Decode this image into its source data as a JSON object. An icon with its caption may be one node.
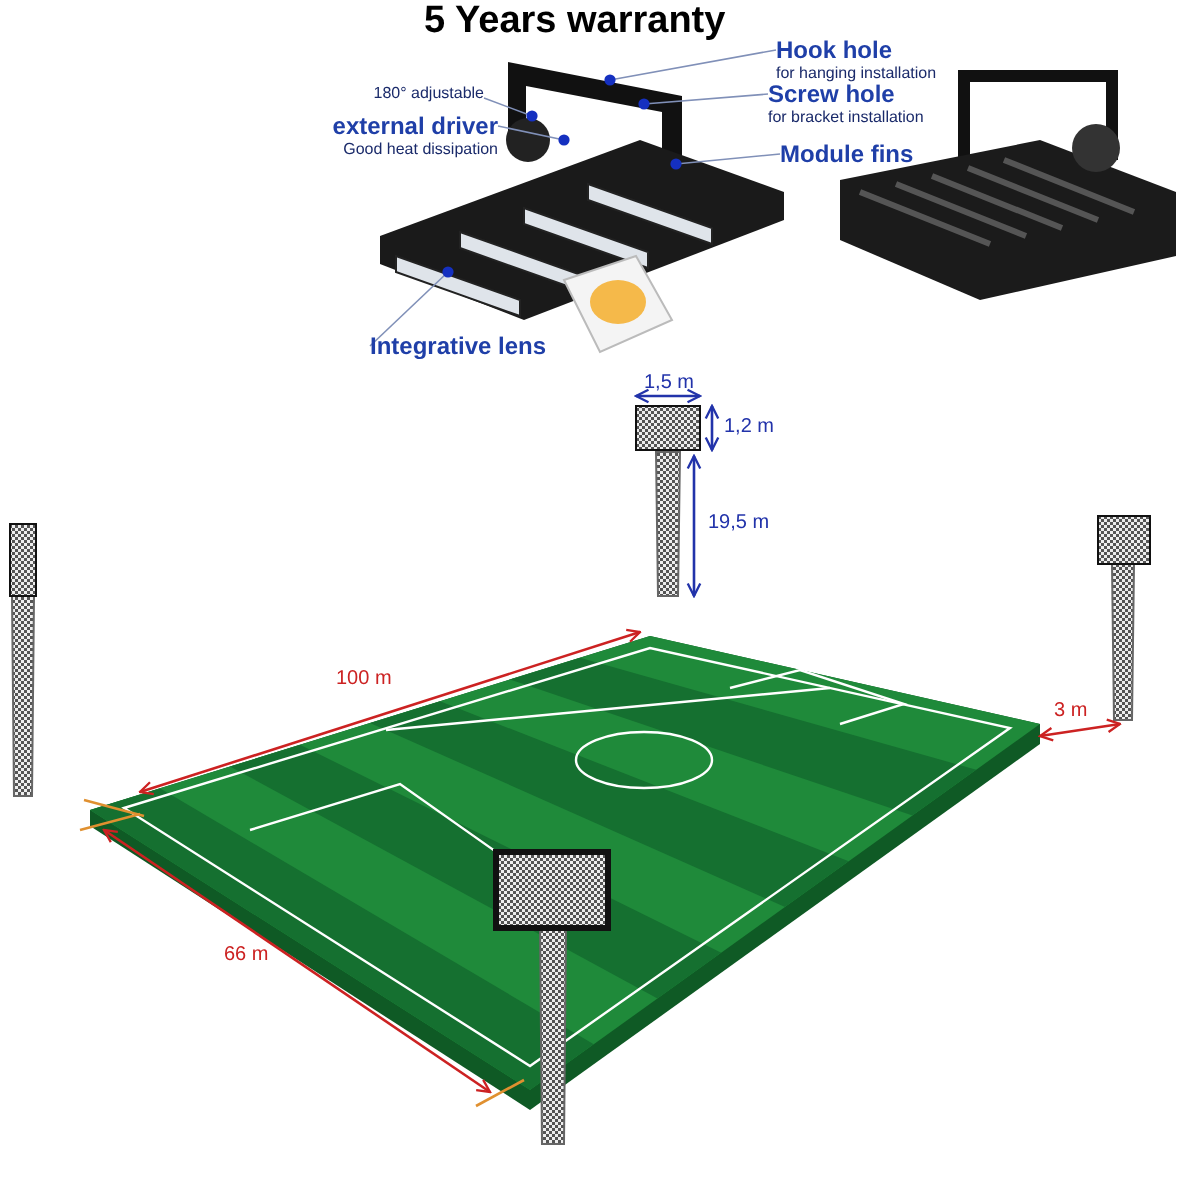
{
  "diagram": {
    "title": "5 Years warranty",
    "nodes": [
      {
        "text": [
          "Hook hole",
          "for hanging installation"
        ]
      },
      {
        "text": [
          "Screw hole",
          "for bracket installation"
        ]
      },
      {
        "text": [
          "180° adjustable"
        ]
      },
      {
        "text": [
          "external driver",
          "Good heat dissipation"
        ]
      },
      {
        "text": [
          "Module fins"
        ]
      },
      {
        "text": [
          "Integrative lens"
        ]
      }
    ],
    "edges": [
      {
        "from": 0,
        "to": null,
        "arrow": "other"
      },
      {
        "from": 1,
        "to": null,
        "arrow": "other"
      },
      {
        "from": 2,
        "to": null,
        "arrow": "other"
      },
      {
        "from": 3,
        "to": null,
        "arrow": "other"
      },
      {
        "from": 4,
        "to": null,
        "arrow": "other"
      },
      {
        "from": 5,
        "to": null,
        "arrow": "other"
      }
    ],
    "labels": [
      "1,5 m",
      "1,2 m",
      "19,5 m",
      "100 m",
      "3 m",
      "66 m"
    ]
  }
}
